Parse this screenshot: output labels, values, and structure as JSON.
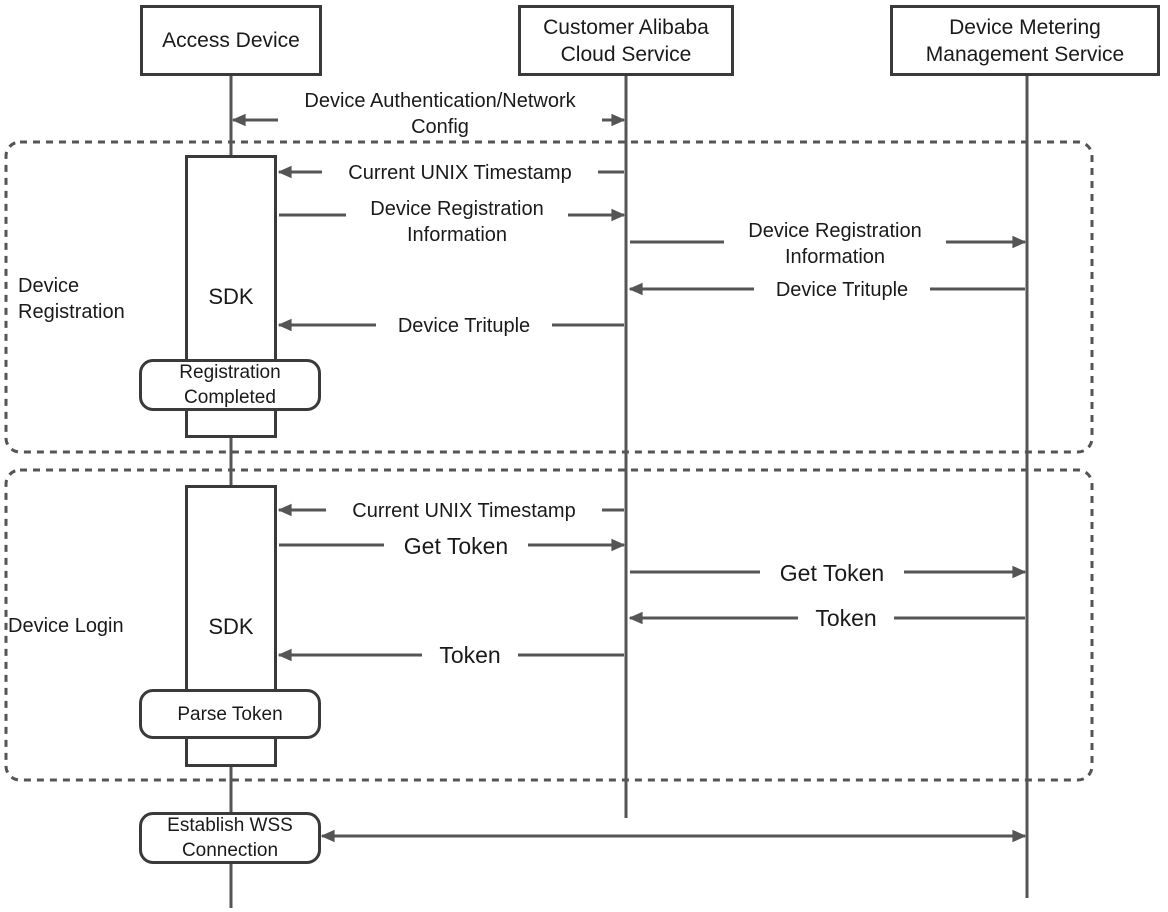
{
  "participants": {
    "access_device": "Access Device",
    "cloud_service": "Customer Alibaba\nCloud Service",
    "metering_service": "Device Metering\nManagement Service"
  },
  "preamble": {
    "auth_network": "Device Authentication/Network\nConfig"
  },
  "registration_group": {
    "label": "Device\nRegistration",
    "sdk": "SDK",
    "completed": "Registration\nCompleted",
    "messages": {
      "timestamp": "Current UNIX Timestamp",
      "reg_info_to_cloud": "Device Registration\nInformation",
      "reg_info_to_metering": "Device Registration\nInformation",
      "trituple_from_metering": "Device Trituple",
      "trituple_to_device": "Device Trituple"
    }
  },
  "login_group": {
    "label": "Device Login",
    "sdk": "SDK",
    "parse": "Parse Token",
    "messages": {
      "timestamp": "Current UNIX Timestamp",
      "get_token_to_cloud": "Get Token",
      "get_token_to_metering": "Get Token",
      "token_from_metering": "Token",
      "token_to_device": "Token"
    }
  },
  "connection": {
    "label": "Establish WSS\nConnection"
  },
  "colors": {
    "line": "#555555",
    "border": "#3a3a3a"
  }
}
